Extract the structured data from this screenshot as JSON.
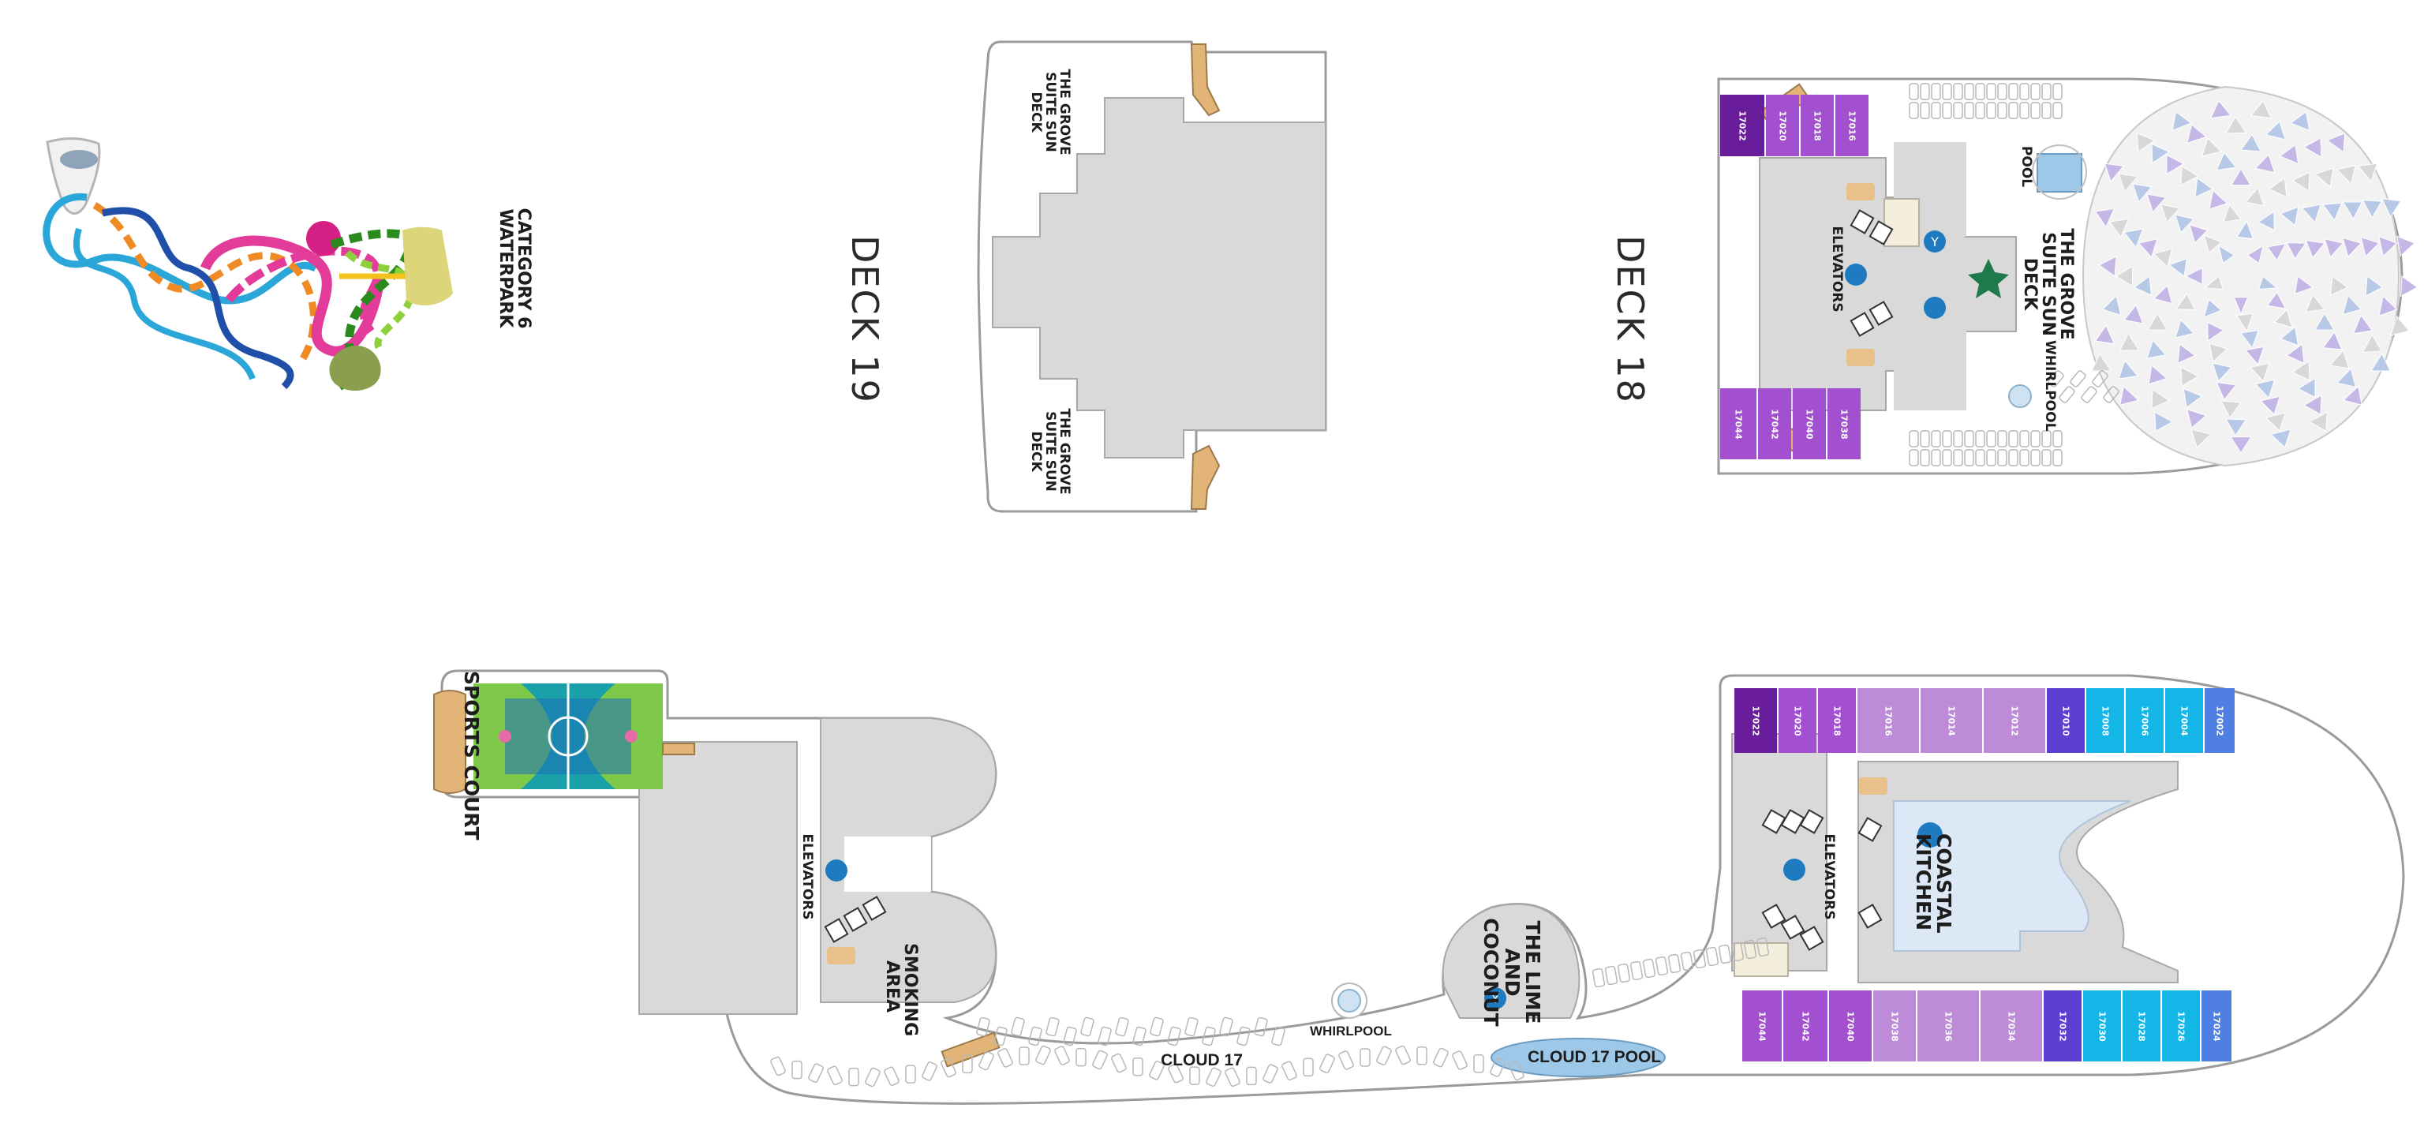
{
  "decks": {
    "deck19": {
      "title": "DECK 19",
      "waterpark_label": "CATEGORY 6 WATERPARK",
      "sundeck_top": "THE GROVE SUITE SUN DECK",
      "sundeck_bottom": "THE GROVE SUITE SUN DECK"
    },
    "deck18": {
      "title": "DECK 18",
      "pool_label": "POOL",
      "grove_label": "THE GROVE SUITE SUN DECK",
      "elevators_label": "ELEVATORS",
      "whirlpool_label": "WHIRLPOOL",
      "cabins_top": [
        "17022",
        "17020",
        "17018",
        "17016"
      ],
      "cabins_bottom": [
        "17044",
        "17042",
        "17040",
        "17038"
      ]
    },
    "deck17": {
      "sports_court": "SPORTS COURT",
      "elevators_aft": "ELEVATORS",
      "smoking_area": "SMOKING AREA",
      "cloud17": "CLOUD 17",
      "whirlpool": "WHIRLPOOL",
      "lime_coconut": "THE LIME AND COCONUT",
      "cloud17_pool": "CLOUD 17 POOL",
      "elevators_fwd": "ELEVATORS",
      "coastal_kitchen": "COASTAL KITCHEN",
      "cabins_top": [
        "17022",
        "17020",
        "17018",
        "17016",
        "17014",
        "17012",
        "17010",
        "17008",
        "17006",
        "17004",
        "17002"
      ],
      "cabins_bottom": [
        "17044",
        "17042",
        "17040",
        "17038",
        "17036",
        "17034",
        "17032",
        "17030",
        "17028",
        "17026",
        "17024"
      ]
    }
  },
  "icons": [
    "elevator-icon",
    "bar-icon",
    "restaurant-icon",
    "restroom-icon",
    "stairs-icon",
    "star-icon"
  ],
  "colors": {
    "deck_gray": "#d8d8d8",
    "outline": "#9a9a9a",
    "cabin_dark_purple": "#6a1d9a",
    "cabin_purple": "#a24fd0",
    "cabin_light_purple": "#bd8bd8",
    "cabin_indigo": "#5a3fd0",
    "cabin_cyan": "#14b6e8",
    "cabin_blue": "#4f7fe0",
    "pool_blue": "#9ec8e8",
    "court_teal": "#1aa0a8",
    "court_green": "#7ec84a",
    "stair_tan": "#e2b478"
  }
}
